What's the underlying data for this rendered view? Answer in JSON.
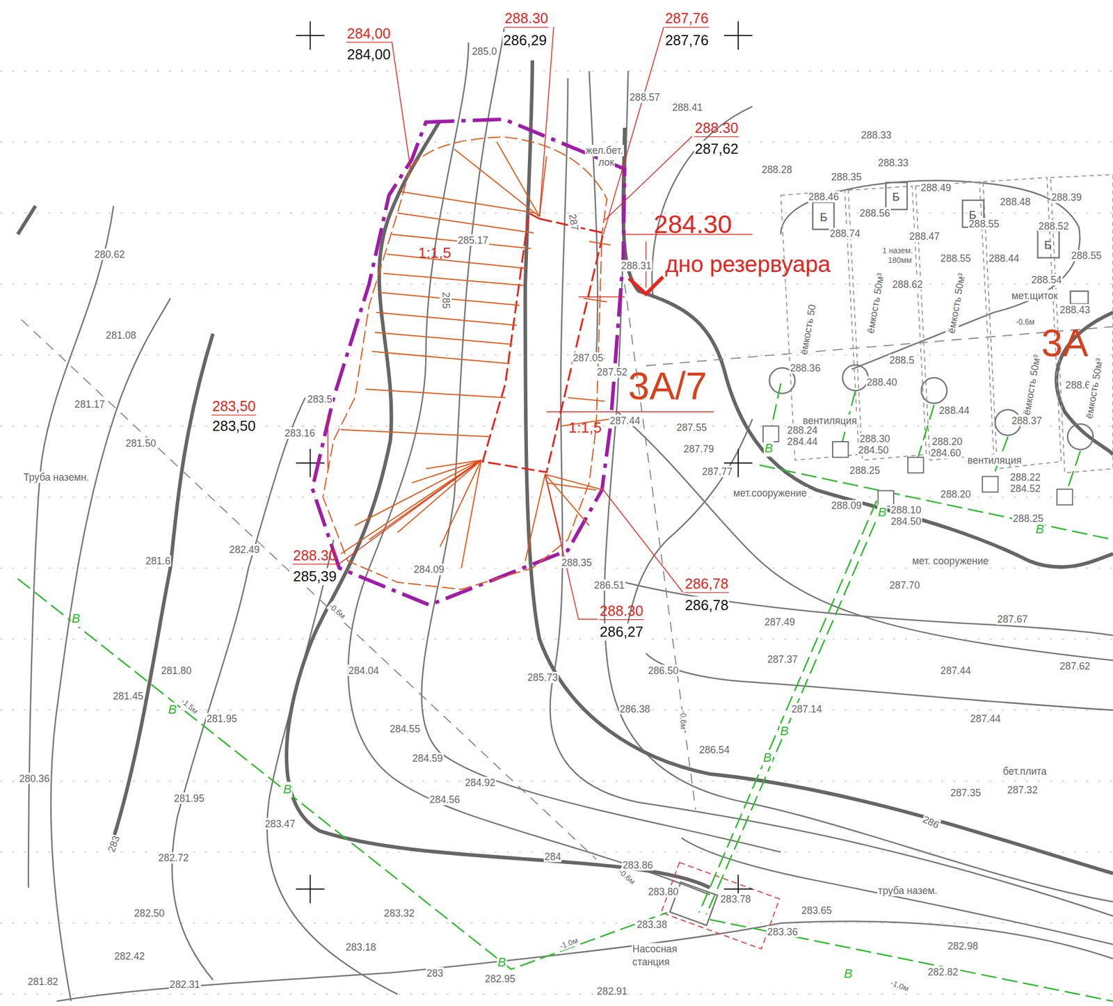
{
  "diagram": {
    "labels": [
      "284,00",
      "284,00",
      "288.30",
      "286,29",
      "287,76",
      "287,76",
      "288.30",
      "287,62",
      "284.30",
      "дно резервуара",
      "3А/7",
      "3А",
      "1:1,5",
      "1:1,5",
      "283,50",
      "283,50",
      "288.30",
      "285,39",
      "286,78",
      "286,78",
      "288.30",
      "286,27",
      "285.0",
      "288.57",
      "288.41",
      "жел.бет.",
      "лок",
      "288.33",
      "288.33",
      "288.28",
      "288.35",
      "288.49",
      "288.46",
      "288.56",
      "288.48",
      "288.39",
      "288.74",
      "288.47",
      "288.55",
      "288.52",
      "288.55",
      "288.55",
      "288.44",
      "288.54",
      "1 назем.",
      "180мм",
      "288.31",
      "280.62",
      "285.17",
      "288.62",
      "288.43",
      "мет.щиток",
      "281.08",
      "281.17",
      "287.05",
      "287.52",
      "288.5",
      "288.36",
      "288.40",
      "288.60",
      "288.44",
      "288.37",
      "287.44",
      "287.55",
      "287.79",
      "287.77",
      "283.5",
      "283.16",
      "281.50",
      "Труба наземн.",
      "вентиляция",
      "вентиляция",
      "288.24",
      "284.44",
      "288.30",
      "284.50",
      "288.20",
      "284.60",
      "288.22",
      "284.52",
      "288.25",
      "мет.сооружение",
      "288.09",
      "288.10",
      "284.50",
      "288.20",
      "288.25",
      "мет. сооружение",
      "282.49",
      "281.6",
      "284.09",
      "288.35",
      "286.51",
      "287.70",
      "287.67",
      "287.49",
      "287.37",
      "287.44",
      "287.62",
      "281.80",
      "284.04",
      "285.73",
      "286.50",
      "281.45",
      "281.95",
      "286.38",
      "287.14",
      "287.44",
      "284.55",
      "284.59",
      "286.54",
      "280.36",
      "284.92",
      "бет.плита",
      "287.32",
      "287.35",
      "281.95",
      "284.56",
      "283.47",
      "284",
      "283.86",
      "282.72",
      "283.80",
      "283.78",
      "283.38",
      "283.65",
      "283.36",
      "труба назем.",
      "282.50",
      "283.32",
      "283.18",
      "Насосная",
      "станция",
      "282.98",
      "282.42",
      "282.82",
      "283",
      "282.95",
      "282.91",
      "281.82",
      "282.31",
      "285",
      "287",
      "286",
      "283",
      "ёмкость 50",
      "ёмкость 50м³",
      "ёмкость 50м³",
      "ёмкость 50м³",
      "ёмкость 50м³",
      "Б",
      "Б",
      "Б",
      "Б",
      "-0.6м",
      "-1.5м",
      "-1.0м",
      "-1.0м",
      "-0.6м",
      "-0.6м",
      "-0.6м",
      "В",
      "В",
      "В",
      "В",
      "В",
      "В",
      "В",
      "В",
      "В",
      "В"
    ]
  }
}
